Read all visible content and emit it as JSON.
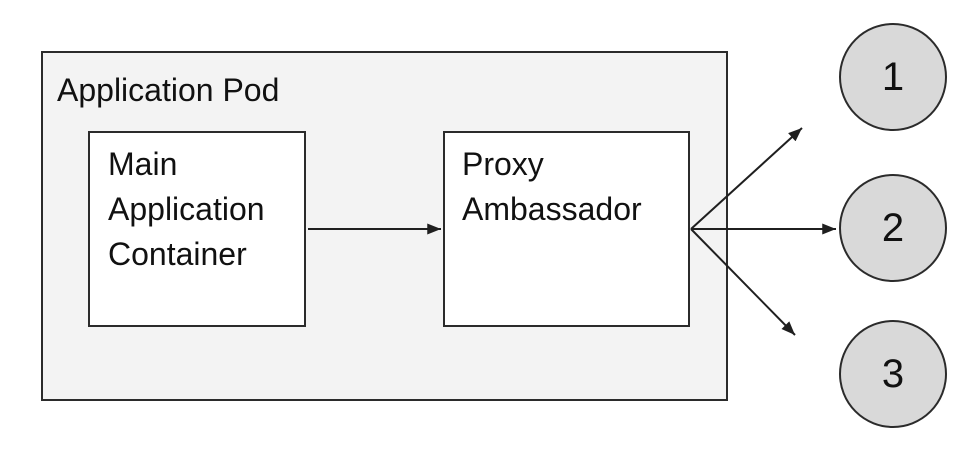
{
  "diagram": {
    "pod_label": "Application Pod",
    "nodes": [
      {
        "id": "main-application-container",
        "label": "Main Application Container"
      },
      {
        "id": "proxy-ambassador",
        "label": "Proxy Ambassador"
      }
    ],
    "endpoints": [
      {
        "id": "endpoint-1",
        "label": "1"
      },
      {
        "id": "endpoint-2",
        "label": "2"
      },
      {
        "id": "endpoint-3",
        "label": "3"
      }
    ],
    "connections": [
      {
        "from": "main-application-container",
        "to": "proxy-ambassador"
      },
      {
        "from": "proxy-ambassador",
        "to": "endpoint-1"
      },
      {
        "from": "proxy-ambassador",
        "to": "endpoint-2"
      },
      {
        "from": "proxy-ambassador",
        "to": "endpoint-3"
      }
    ],
    "colors": {
      "pod_fill": "#f3f3f3",
      "node_fill": "#ffffff",
      "endpoint_fill": "#d9d9d9",
      "stroke": "#2b2b2b",
      "arrow": "#1f1f1f",
      "text": "#111111"
    }
  }
}
